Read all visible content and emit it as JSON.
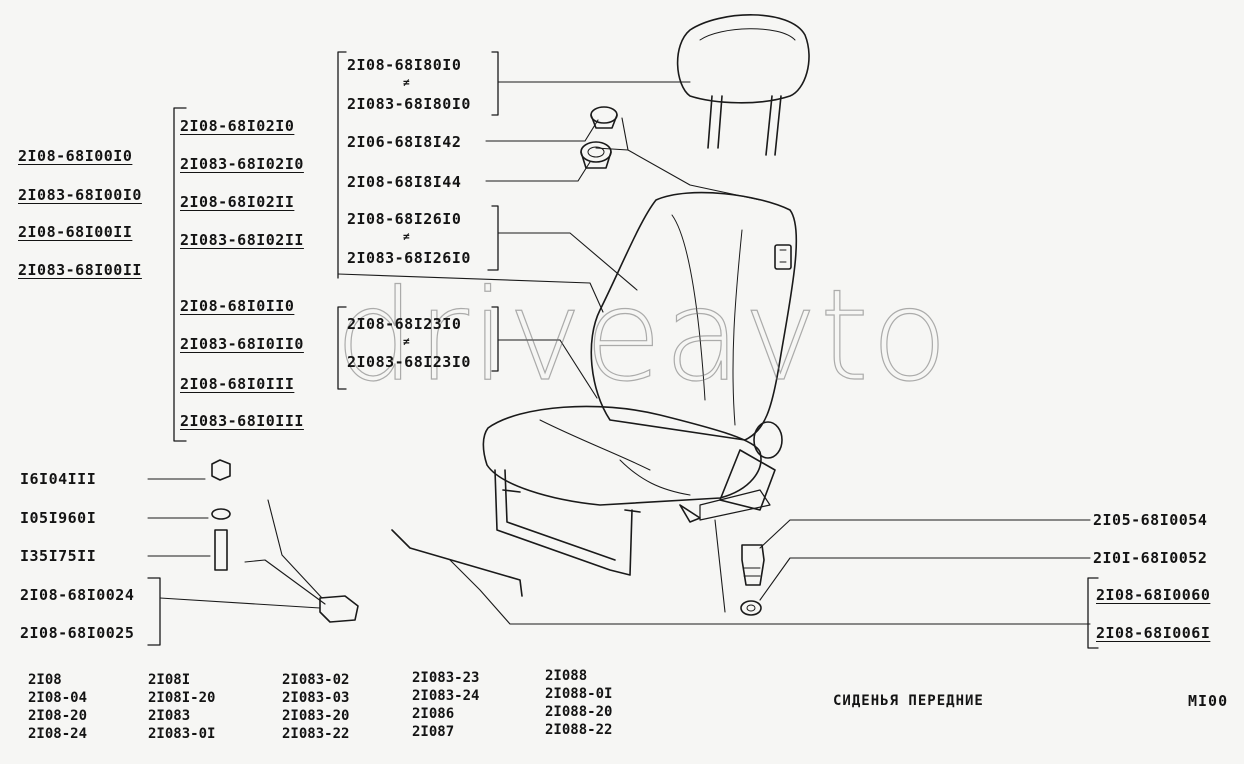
{
  "watermark": "driveavto",
  "title": "СИДЕНЬЯ ПЕРЕДНИЕ",
  "sheet_code": "MI00",
  "separator": "≠",
  "seat_assembly_left": [
    "2I08-68I00I0",
    "2I083-68I00I0",
    "2I08-68I00II",
    "2I083-68I00II"
  ],
  "seat_back_group_a": [
    "2I08-68I02I0",
    "2I083-68I02I0",
    "2I08-68I02II",
    "2I083-68I02II"
  ],
  "seat_back_group_b": [
    "2I08-68I0II0",
    "2I083-68I0II0",
    "2I08-68I0III",
    "2I083-68I0III"
  ],
  "headrest": [
    "2I08-68I80I0",
    "2I083-68I80I0"
  ],
  "plugs": [
    "2I06-68I8I42",
    "2I08-68I8I44"
  ],
  "backrest_trim": [
    "2I08-68I26I0",
    "2I083-68I26I0"
  ],
  "cushion_trim": [
    "2I08-68I23I0",
    "2I083-68I23I0"
  ],
  "fasteners": [
    "I6I04III",
    "I05I960I",
    "I35I75II"
  ],
  "clamp": [
    "2I08-68I0024",
    "2I08-68I0025"
  ],
  "right_side": [
    "2I05-68I0054",
    "2I0I-68I0052"
  ],
  "rod": [
    "2I08-68I0060",
    "2I08-68I006I"
  ],
  "models": [
    [
      "2I08",
      "2I08-04",
      "2I08-20",
      "2I08-24"
    ],
    [
      "2I08I",
      "2I08I-20",
      "2I083",
      "2I083-0I"
    ],
    [
      "2I083-02",
      "2I083-03",
      "2I083-20",
      "2I083-22"
    ],
    [
      "2I083-23",
      "2I083-24",
      "2I086",
      "2I087"
    ],
    [
      "2I088",
      "2I088-0I",
      "2I088-20",
      "2I088-22"
    ]
  ]
}
